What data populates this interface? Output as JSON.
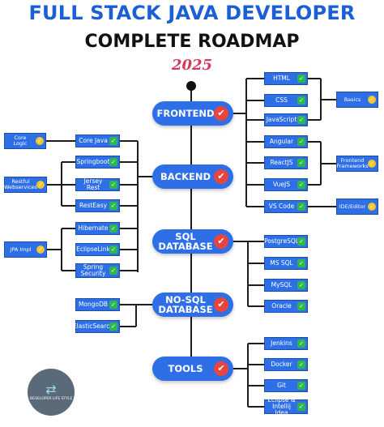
{
  "header": {
    "title_line1": "FULL STACK JAVA DEVELOPER",
    "title_line2": "COMPLETE ROADMAP",
    "year": "2025"
  },
  "colors": {
    "primary_blue": "#2e6fe8",
    "title_blue": "#1a5fd6",
    "accent_red": "#e8453c",
    "check_green": "#2fb84a",
    "category_yellow": "#f2c62c",
    "year_pink": "#d33a5e"
  },
  "icons": {
    "main_badge": "red-check-circle-icon",
    "item_badge": "green-check-icon",
    "category_badge": "yellow-check-circle-icon"
  },
  "stages": {
    "frontend": "FRONTEND",
    "backend": "BACKEND",
    "sql": "SQL DATABASE",
    "nosql": "NO-SQL DATABASE",
    "tools": "TOOLS"
  },
  "frontend": {
    "items": [
      "HTML",
      "CSS",
      "JavaScript",
      "Angular",
      "ReactJS",
      "VueJS",
      "VS Code"
    ],
    "categories": {
      "basics": "Basics",
      "frameworks": "Frontend Frameworks",
      "ide": "IDE/Editor"
    }
  },
  "backend": {
    "items": [
      "Core Java",
      "Springboot",
      "Jersey Rest",
      "RestEasy",
      "Hibernate",
      "EclipseLink",
      "Spring Security"
    ],
    "categories": {
      "core_logic": "Core Logic",
      "restful": "Restful Webservices",
      "jpa": "JPA Impl"
    }
  },
  "sql": {
    "items": [
      "PostgreSQL",
      "MS SQL",
      "MySQL",
      "Oracle"
    ]
  },
  "nosql": {
    "items": [
      "MongoDB",
      "ElasticSearch"
    ]
  },
  "tools": {
    "items": [
      "Jenkins",
      "Docker",
      "Git",
      "Eclipse & Intellij Idea"
    ]
  },
  "logo": {
    "brand": "DEVELOPER LIFE STYLE"
  }
}
